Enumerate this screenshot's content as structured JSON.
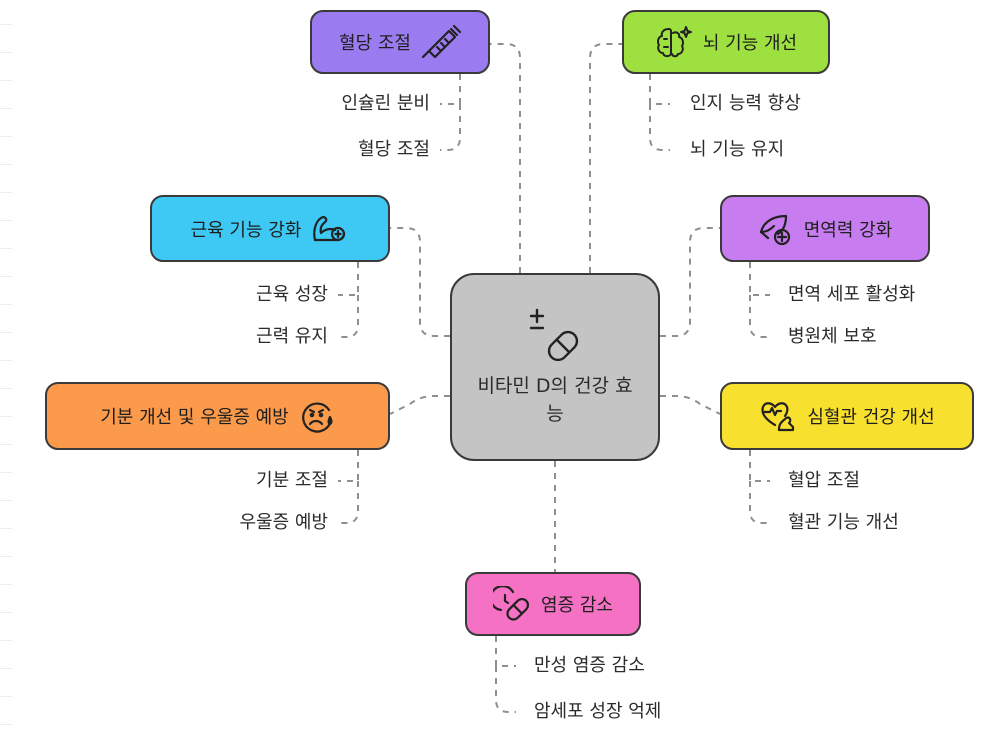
{
  "center": {
    "title": "비타민 D의 건강 효능",
    "icon": "plus-minus-pill-icon"
  },
  "branches": {
    "blood_sugar": {
      "label": "혈당 조절",
      "icon": "syringe-icon",
      "color": "#9b7cf0",
      "children": [
        "인슐린 분비",
        "혈당 조절"
      ]
    },
    "brain": {
      "label": "뇌 기능 개선",
      "icon": "brain-icon",
      "color": "#9ee03f",
      "children": [
        "인지 능력 향상",
        "뇌 기능 유지"
      ]
    },
    "muscle": {
      "label": "근육 기능 강화",
      "icon": "flexed-arm-icon",
      "color": "#3ec8f4",
      "children": [
        "근육 성장",
        "근력 유지"
      ]
    },
    "immune": {
      "label": "면역력 강화",
      "icon": "leaf-medical-icon",
      "color": "#c77cf0",
      "children": [
        "면역 세포 활성화",
        "병원체 보호"
      ]
    },
    "mood": {
      "label": "기분 개선 및 우울증 예방",
      "icon": "mood-face-icon",
      "color": "#fb9a4b",
      "children": [
        "기분 조절",
        "우울증 예방"
      ]
    },
    "heart": {
      "label": "심혈관 건강 개선",
      "icon": "heart-pulse-icon",
      "color": "#f8e02e",
      "children": [
        "혈압 조절",
        "혈관 기능 개선"
      ]
    },
    "inflammation": {
      "label": "염증 감소",
      "icon": "pill-clock-icon",
      "color": "#f571c4",
      "children": [
        "만성 염증 감소",
        "암세포 성장 억제"
      ]
    }
  }
}
